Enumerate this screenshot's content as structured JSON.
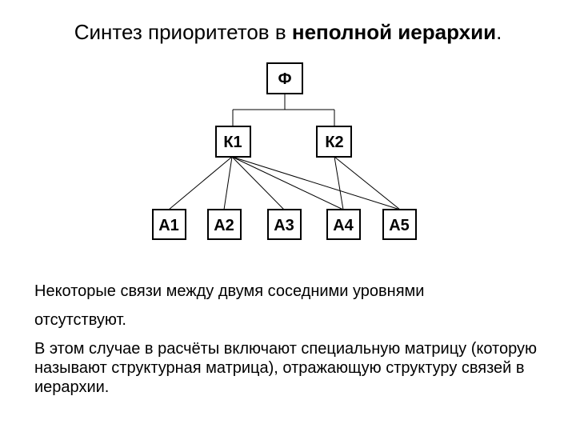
{
  "title": {
    "prefix": "Синтез приоритетов в ",
    "emphasis": "неполной иерархии",
    "suffix": "."
  },
  "nodes": {
    "f": "Ф",
    "k1": "К1",
    "k2": "К2",
    "a1": "А1",
    "a2": "А2",
    "a3": "А3",
    "a4": "А4",
    "a5": "А5"
  },
  "connections": [
    {
      "from": "К1",
      "to": "А1"
    },
    {
      "from": "К1",
      "to": "А2"
    },
    {
      "from": "К1",
      "to": "А3"
    },
    {
      "from": "К1",
      "to": "А4"
    },
    {
      "from": "К1",
      "to": "А5"
    },
    {
      "from": "К2",
      "to": "А4"
    },
    {
      "from": "К2",
      "to": "А5"
    }
  ],
  "text": {
    "line1": "Некоторые связи между двумя соседними уровнями",
    "line2": "отсутствуют.",
    "paragraph": "В этом случае в расчёты включают специальную матрицу (которую называют структурная матрица), отражающую структуру связей в иерархии."
  }
}
